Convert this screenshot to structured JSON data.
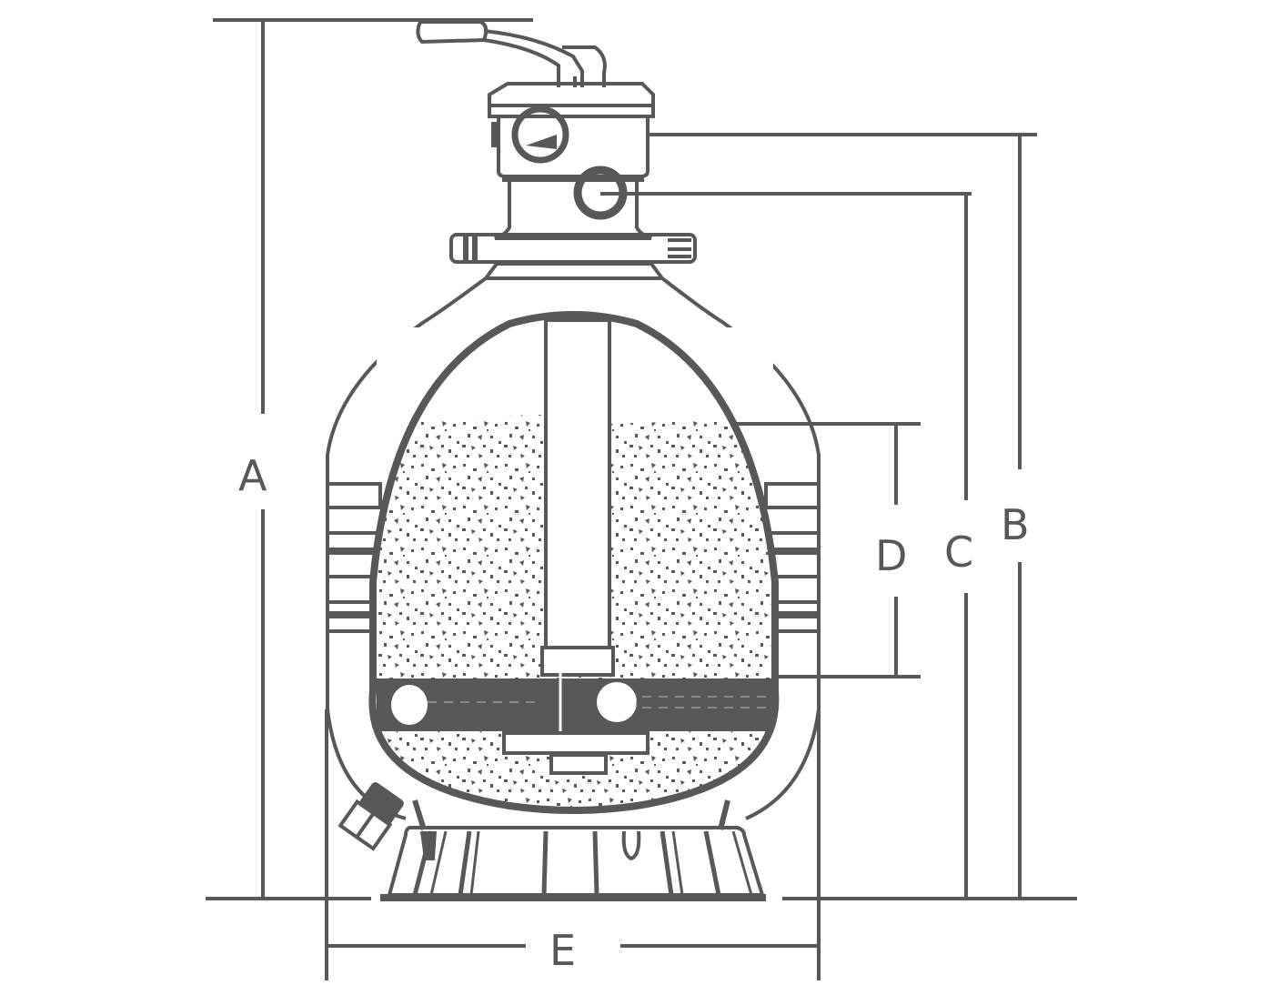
{
  "diagram": {
    "subject": "Sand filter tank with top-mount multiport valve — dimension drawing",
    "line_color": "#58585a",
    "background": "#ffffff",
    "dimensions": {
      "A": {
        "label": "A",
        "meaning": "overall height (base to top of valve handle)"
      },
      "B": {
        "label": "B",
        "meaning": "height from base to upper valve port"
      },
      "C": {
        "label": "C",
        "meaning": "height from base to lower valve port"
      },
      "D": {
        "label": "D",
        "meaning": "sand bed height (laterals to sand top)"
      },
      "E": {
        "label": "E",
        "meaning": "overall tank width"
      }
    }
  }
}
